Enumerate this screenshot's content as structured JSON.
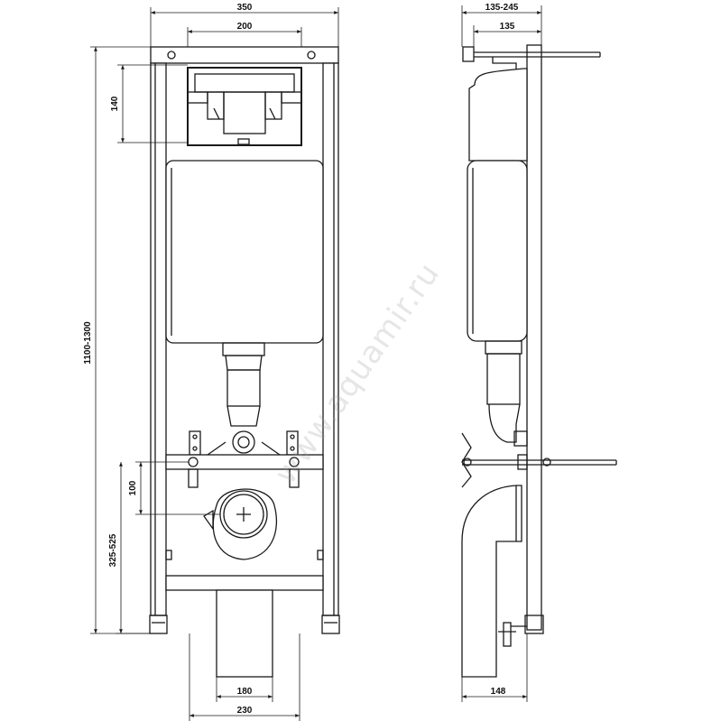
{
  "dimensions": {
    "front_width": "350",
    "front_top_spacing": "200",
    "front_panel_height": "140",
    "front_total_height": "1100-1300",
    "front_outlet_offset": "100",
    "front_outlet_height": "325-525",
    "front_pipe_width": "180",
    "front_base_width": "230",
    "side_depth_range": "135-245",
    "side_depth": "135",
    "side_bottom_depth": "148"
  },
  "watermark": "www.aquamir.ru",
  "colors": {
    "line": "#1a1a1a",
    "fill": "#ffffff"
  }
}
